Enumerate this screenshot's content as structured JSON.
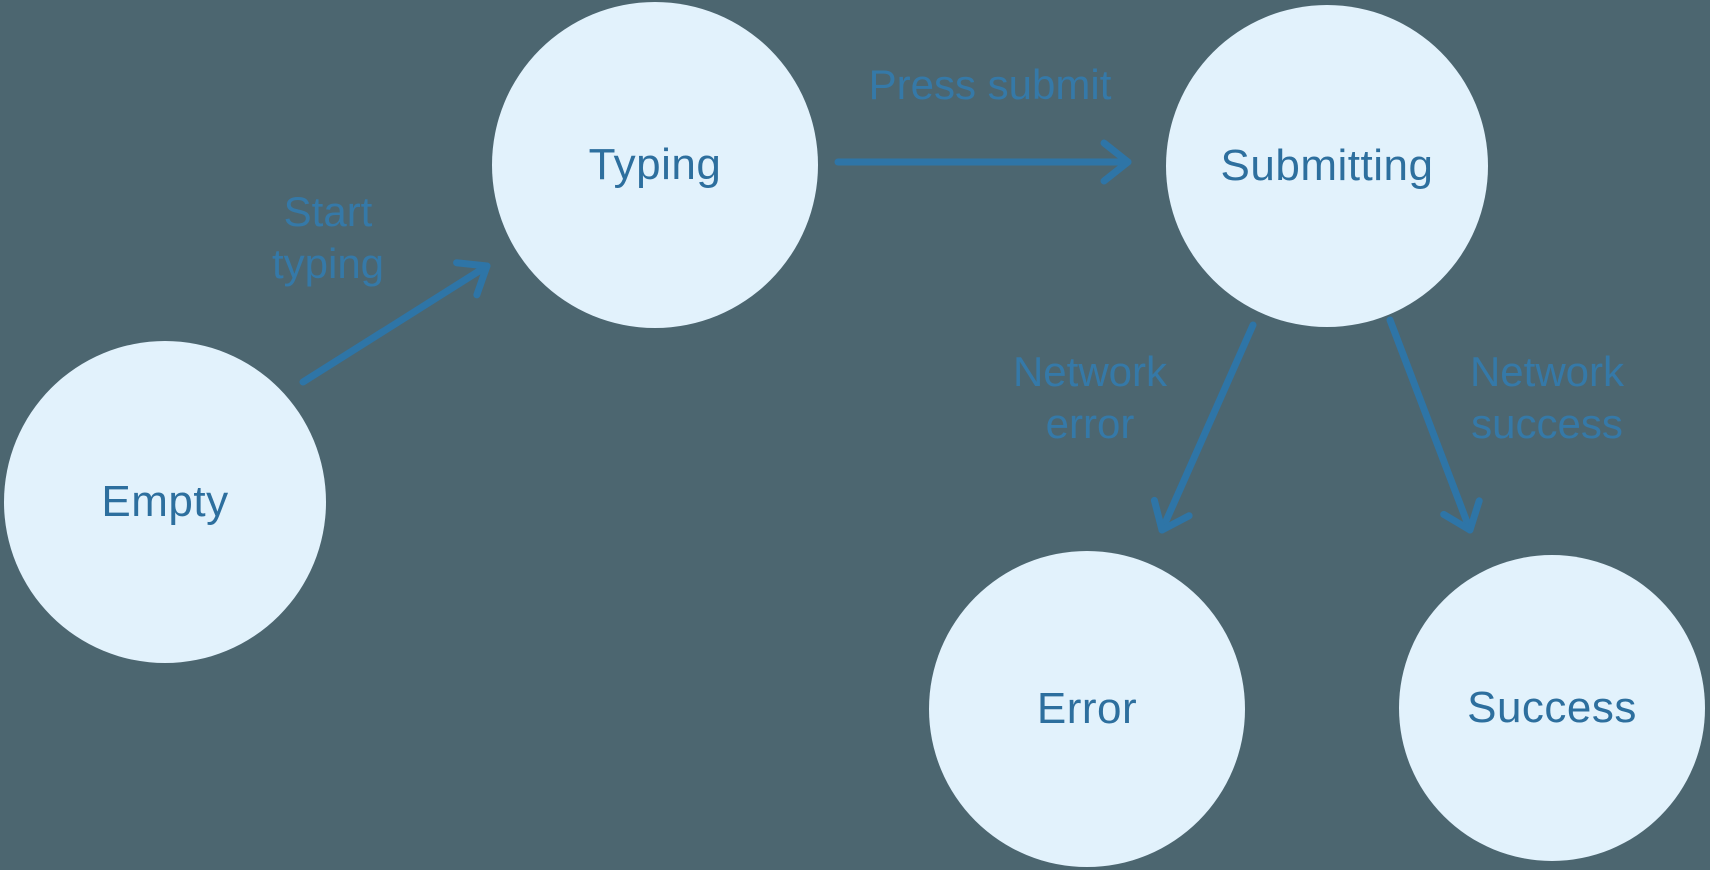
{
  "diagram": {
    "type": "state-machine",
    "colors": {
      "background": "#4c6670",
      "node_fill": "#e2f2fc",
      "node_text": "#2d6f9e",
      "edge_stroke": "#2e75a7",
      "edge_label_text": "#3579a8"
    },
    "nodes": [
      {
        "id": "empty",
        "label": "Empty"
      },
      {
        "id": "typing",
        "label": "Typing"
      },
      {
        "id": "submitting",
        "label": "Submitting"
      },
      {
        "id": "error",
        "label": "Error"
      },
      {
        "id": "success",
        "label": "Success"
      }
    ],
    "edges": [
      {
        "from": "empty",
        "to": "typing",
        "label": "Start\ntyping"
      },
      {
        "from": "typing",
        "to": "submitting",
        "label": "Press submit"
      },
      {
        "from": "submitting",
        "to": "error",
        "label": "Network\nerror"
      },
      {
        "from": "submitting",
        "to": "success",
        "label": "Network\nsuccess"
      }
    ]
  }
}
